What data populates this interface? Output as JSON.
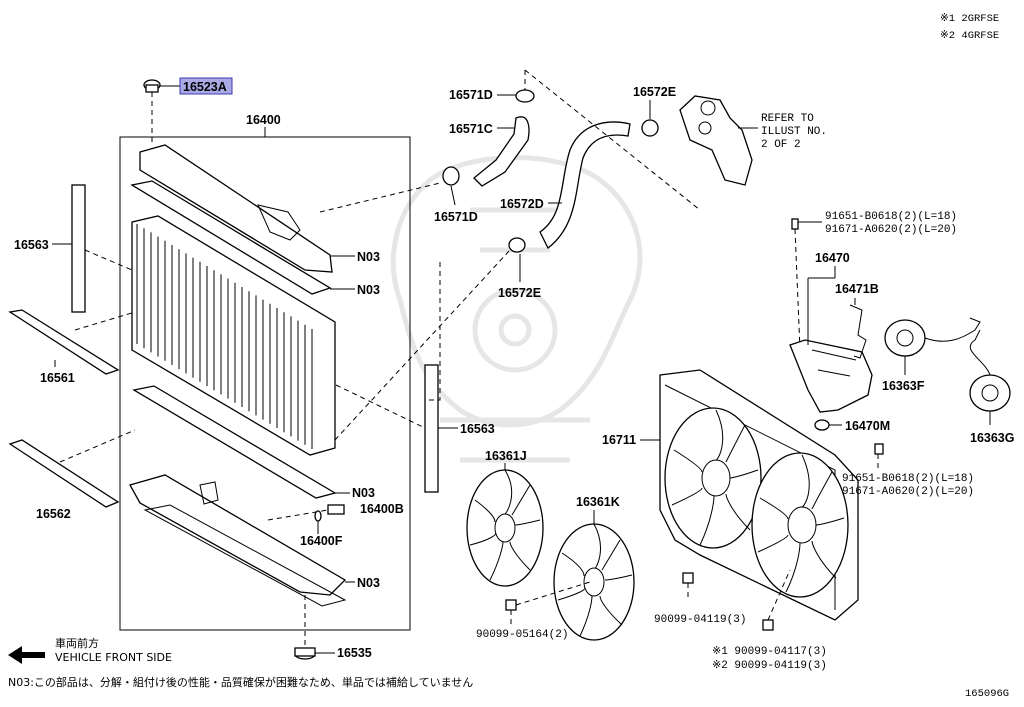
{
  "notes": {
    "engine_1": "※1 2GRFSE",
    "engine_2": "※2 4GRFSE"
  },
  "labels": {
    "p16523A": "16523A",
    "p16400": "16400",
    "p16563_left": "16563",
    "p16561": "16561",
    "p16562": "16562",
    "n03_a": "N03",
    "n03_b": "N03",
    "n03_c": "N03",
    "n03_d": "N03",
    "p16400B": "16400B",
    "p16400F": "16400F",
    "p16535": "16535",
    "p16563_right": "16563",
    "p16571D_top": "16571D",
    "p16571C": "16571C",
    "p16571D_bottom": "16571D",
    "p16572E_top": "16572E",
    "p16572D": "16572D",
    "p16572E_bottom": "16572E",
    "refer": [
      "REFER TO",
      "ILLUST NO.",
      "2 OF 2"
    ],
    "p16361J": "16361J",
    "p16361K": "16361K",
    "p90099_05164": "90099-05164(2)",
    "p16711": "16711",
    "p90099_04119": "90099-04119(3)",
    "p90099_04117_note1": "※1 90099-04117(3)",
    "p90099_04119_note2": "※2 90099-04119(3)",
    "bolt_upper_1": "91651-B0618(2)(L=18)",
    "bolt_upper_2": "91671-A0620(2)(L=20)",
    "p16470": "16470",
    "p16471B": "16471B",
    "p16363F": "16363F",
    "p16363G": "16363G",
    "p16470M": "16470M",
    "bolt_lower_1": "91651-B0618(2)(L=18)",
    "bolt_lower_2": "91671-A0620(2)(L=20)"
  },
  "direction": {
    "jp": "車両前方",
    "en": "VEHICLE FRONT SIDE"
  },
  "footnote": "N03:この部品は、分解・組付け後の性能・品質確保が困難なため、単品では補給していません",
  "figure_id": "165096G",
  "colors": {
    "highlight_fill": "#a9a9e6",
    "highlight_border": "#3b3bb0",
    "watermark": "#e6e6e6"
  }
}
